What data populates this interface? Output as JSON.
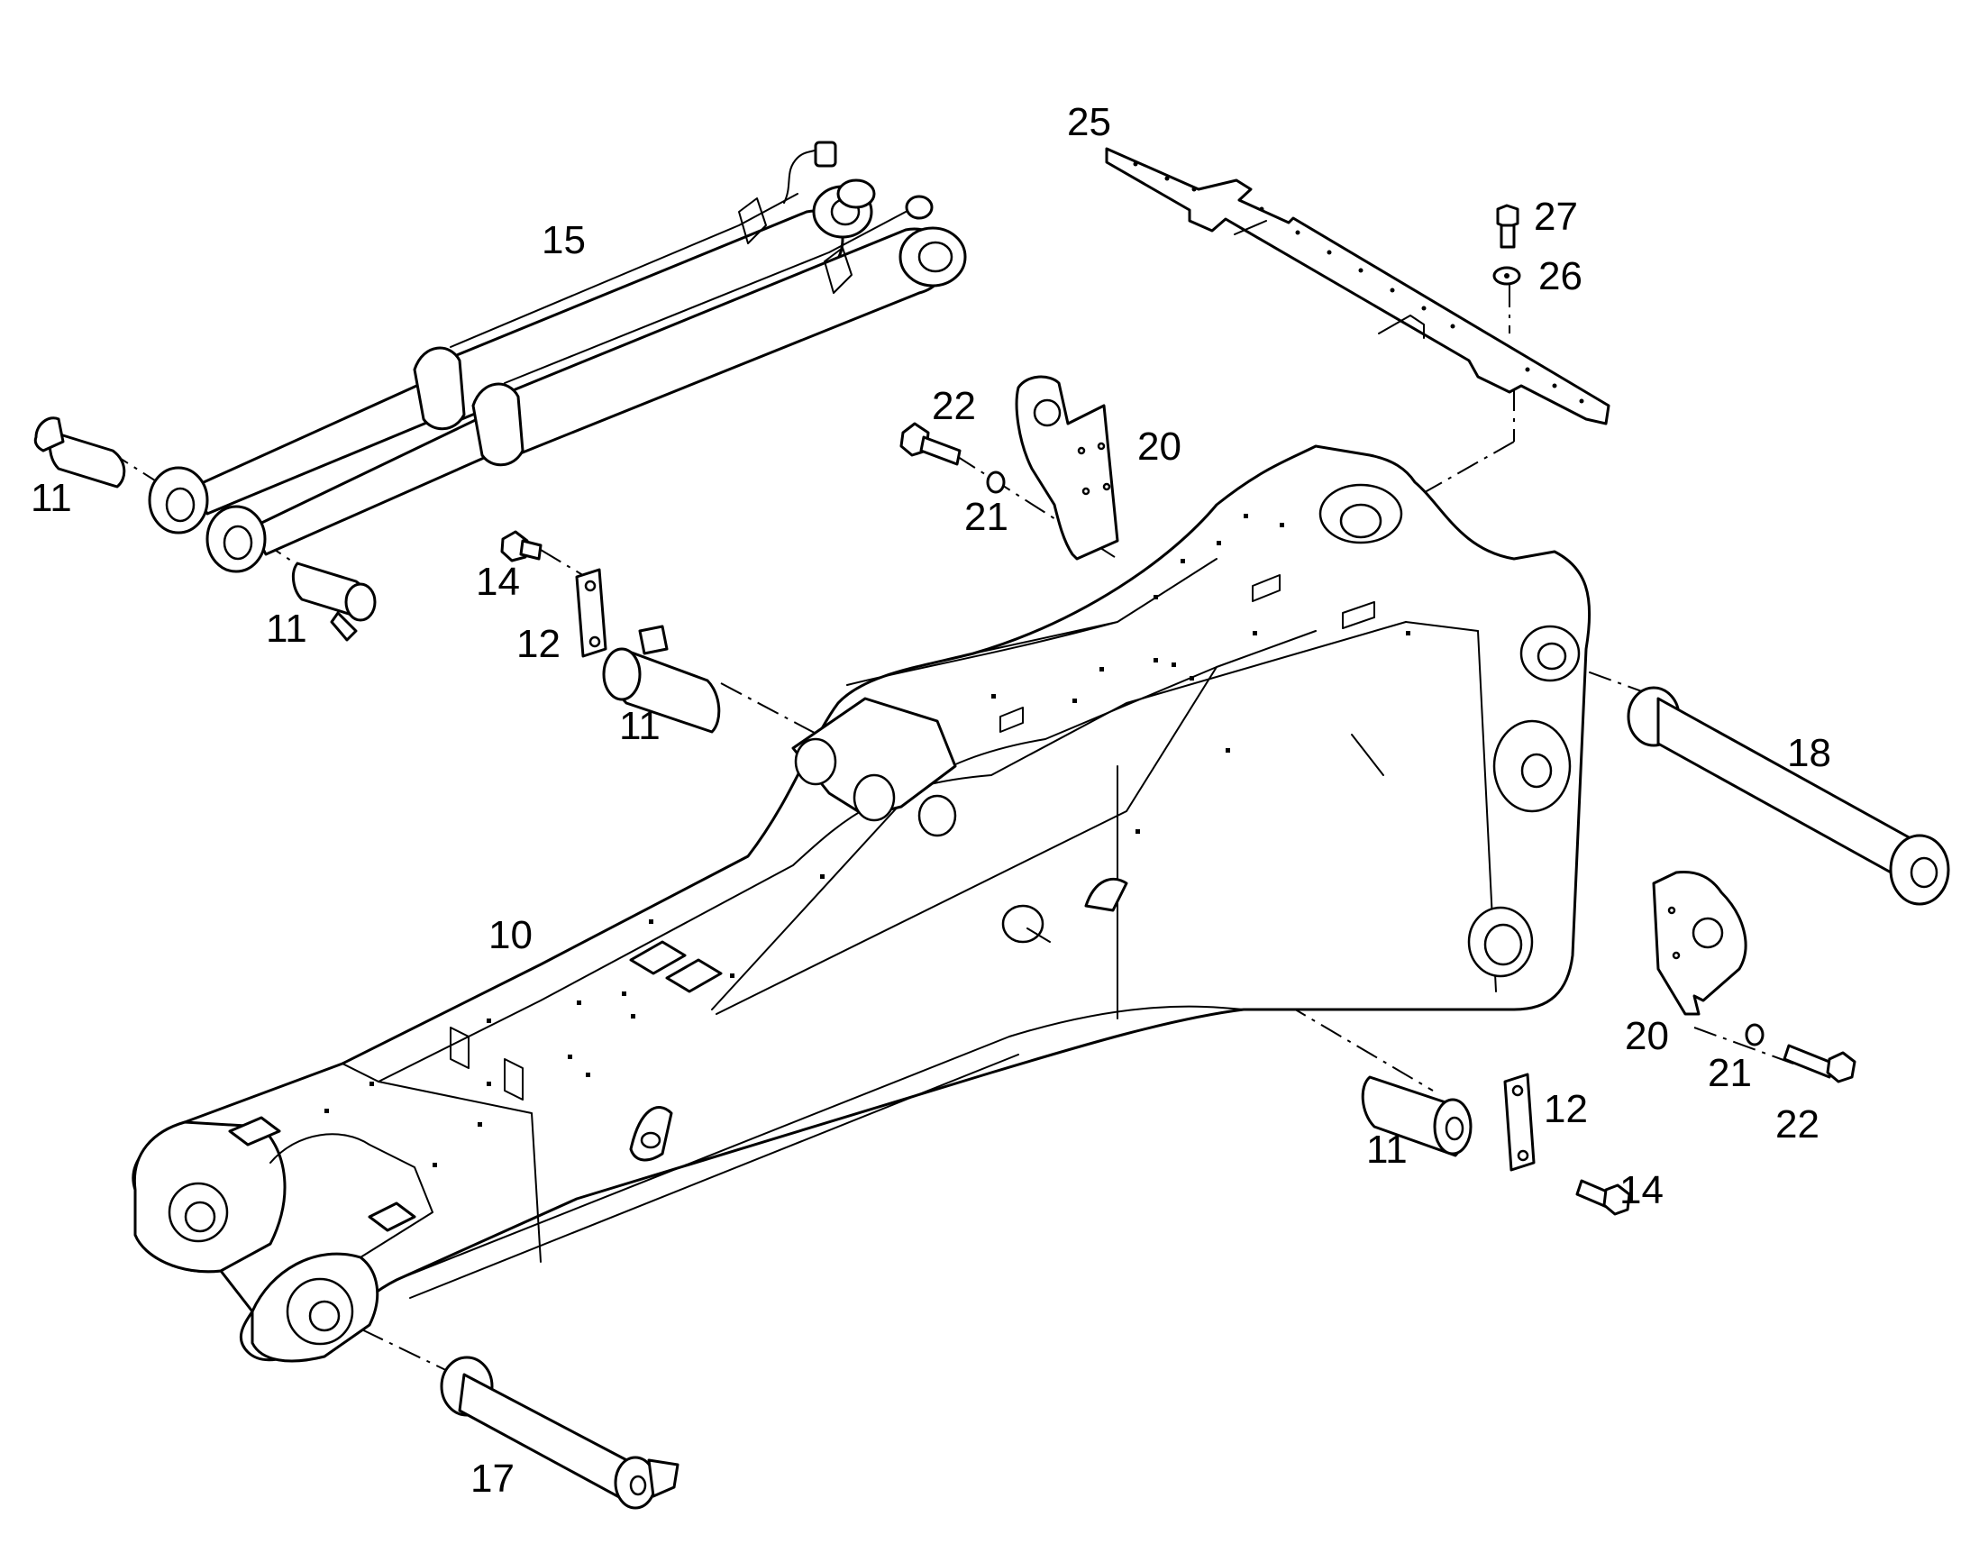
{
  "diagram": {
    "colors": {
      "line": "#000000",
      "background": "#ffffff"
    },
    "callouts": {
      "boom": "10",
      "pin_cyl_rod_upper": "11",
      "pin_cyl_rod_lower": "11",
      "pin_cyl_base": "11",
      "pin_right": "11",
      "lock_plate_left": "12",
      "lock_plate_right": "12",
      "bolt_left": "14",
      "bolt_right": "14",
      "cylinders": "15",
      "pin_boom_foot": "17",
      "pin_boom_rear": "18",
      "bracket_top": "20",
      "bracket_right": "20",
      "washer_top": "21",
      "washer_right": "21",
      "screw_top": "22",
      "screw_right": "22",
      "bar": "25",
      "washer_bar": "26",
      "bolt_bar": "27"
    }
  }
}
